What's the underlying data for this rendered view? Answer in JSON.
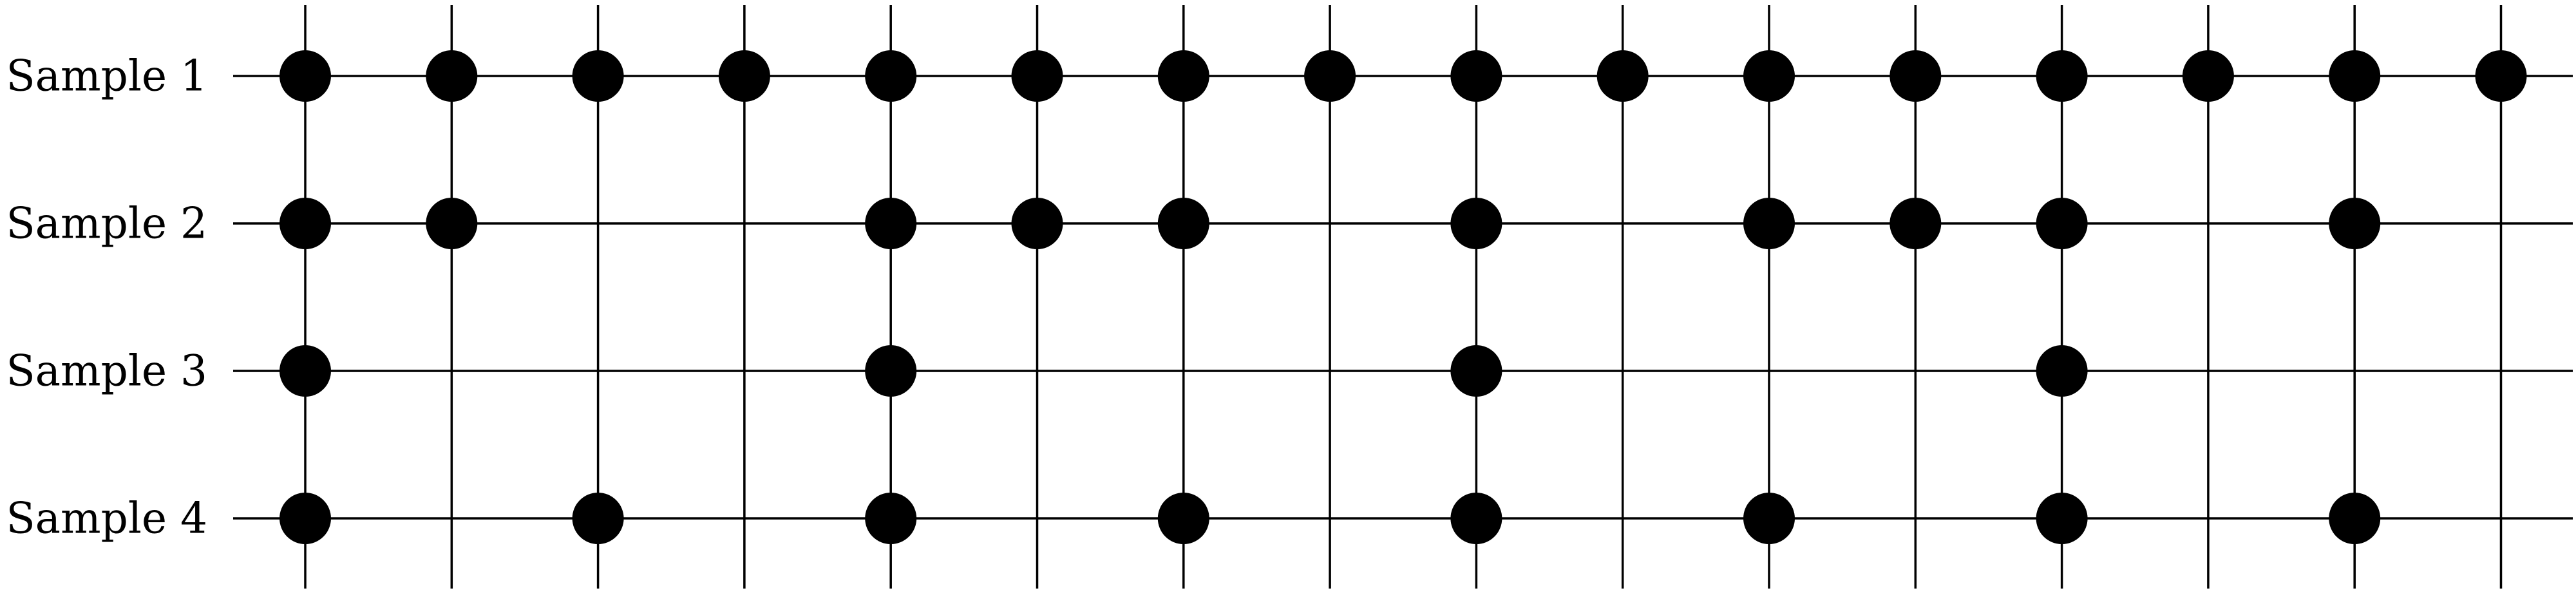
{
  "diagram": {
    "columns": 16,
    "rows": [
      {
        "label": "Sample 1",
        "dots": [
          1,
          2,
          3,
          4,
          5,
          6,
          7,
          8,
          9,
          10,
          11,
          12,
          13,
          14,
          15,
          16
        ]
      },
      {
        "label": "Sample 2",
        "dots": [
          1,
          2,
          5,
          6,
          7,
          9,
          11,
          12,
          13,
          15
        ]
      },
      {
        "label": "Sample 3",
        "dots": [
          1,
          5,
          9,
          13
        ]
      },
      {
        "label": "Sample 4",
        "dots": [
          1,
          3,
          5,
          7,
          9,
          11,
          13,
          15
        ]
      }
    ],
    "colors": {
      "line": "#000000",
      "dot": "#000000",
      "background": "#ffffff"
    }
  }
}
